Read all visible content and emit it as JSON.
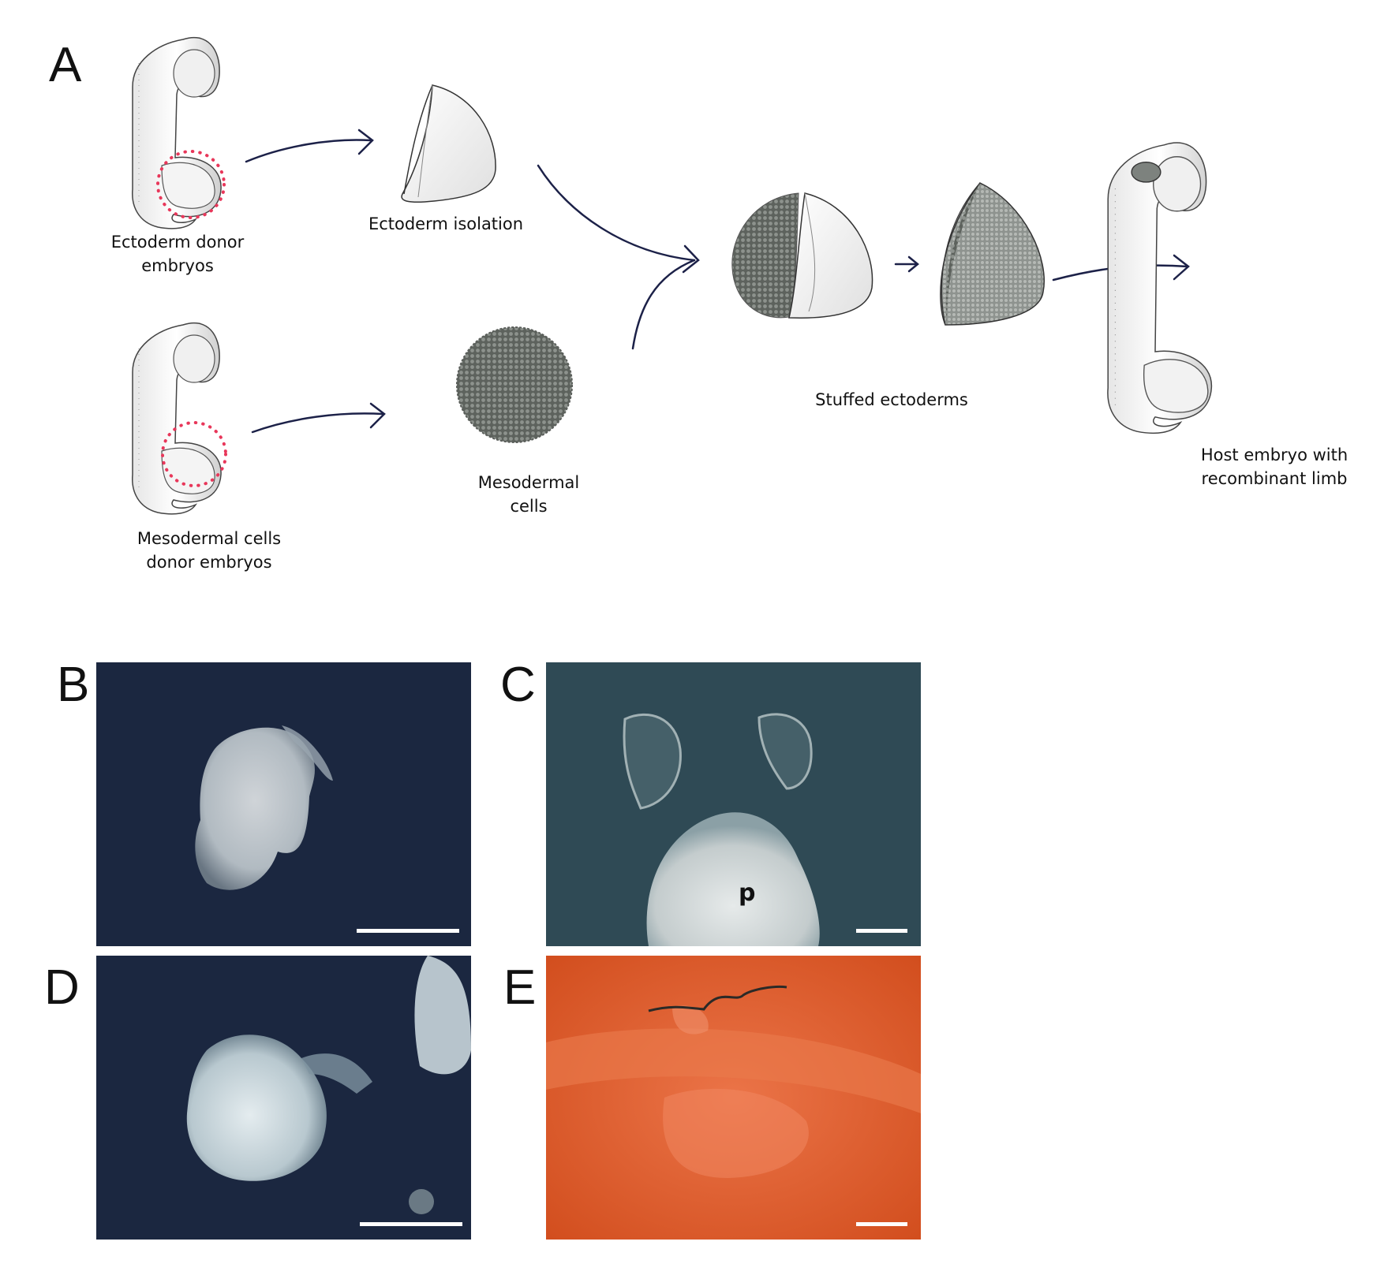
{
  "panels": {
    "a": "A",
    "b": "B",
    "c": "C",
    "d": "D",
    "e": "E"
  },
  "labels": {
    "ectoderm_donor": [
      "Ectoderm donor",
      "embryos"
    ],
    "ectoderm_isolation": "Ectoderm isolation",
    "mesodermal_donor": [
      "Mesodermal cells",
      "donor embryos"
    ],
    "mesodermal_cells": [
      "Mesodermal",
      "cells"
    ],
    "stuffed_ectoderms": "Stuffed ectoderms",
    "host_embryo": [
      "Host embryo with",
      "recombinant limb"
    ]
  },
  "photo_c_mark": "p",
  "colors": {
    "arrow": "#1c2148",
    "dotted_circle": "#e8375a",
    "cells": "#6c716c",
    "dark_field": "#1b2740",
    "teal_field": "#2f4a55",
    "orange_field": "#e3632a"
  }
}
